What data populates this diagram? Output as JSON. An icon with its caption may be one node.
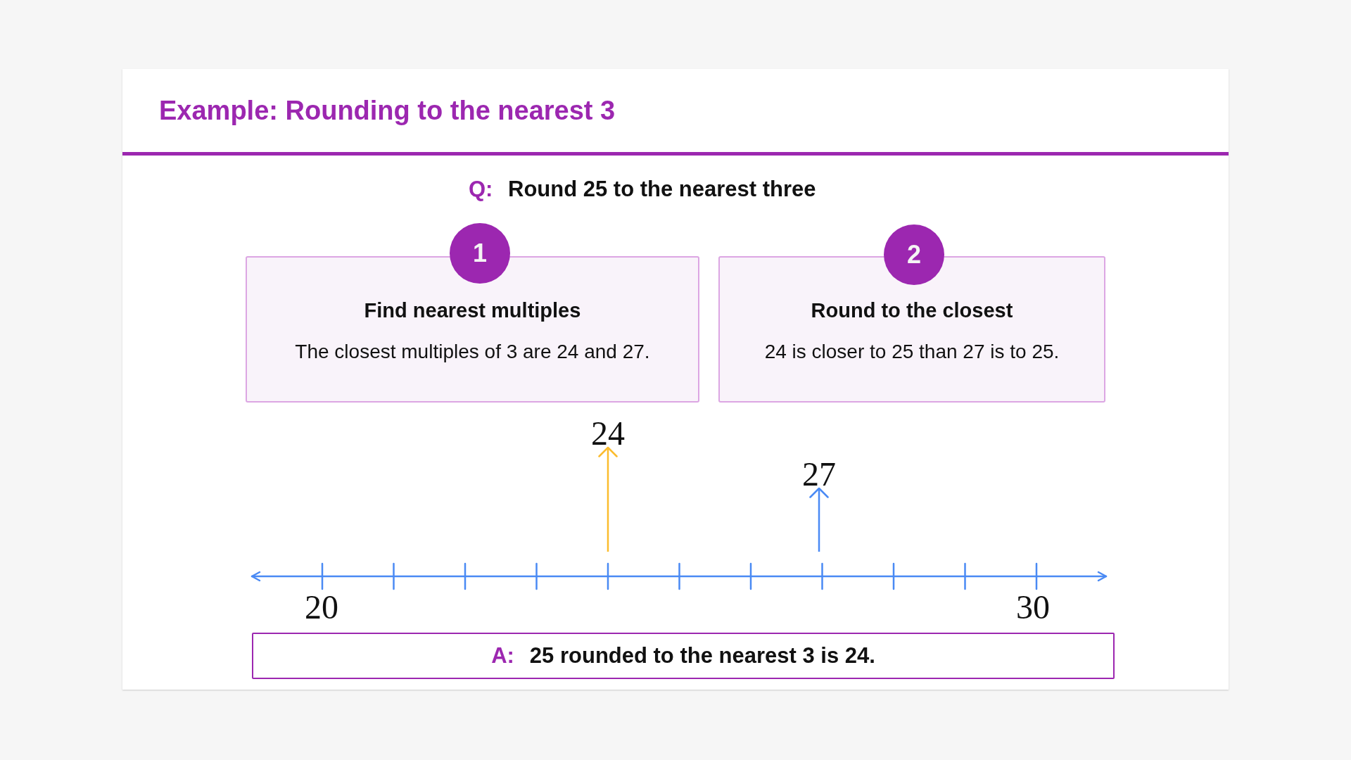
{
  "diagram": {
    "title": "Example: Rounding to the nearest 3",
    "nodes": [
      {
        "text": [
          "1"
        ]
      },
      {
        "text": [
          "Find nearest multiples",
          "The closest multiples of 3 are 24 and 27."
        ]
      },
      {
        "text": [
          "2"
        ]
      },
      {
        "text": [
          "Round to the closest",
          "24 is closer to 25 than 27 is to 25."
        ]
      },
      {
        "text": [
          "24"
        ]
      },
      {
        "text": [
          "27"
        ]
      },
      {
        "text": [
          "A:",
          "25 rounded to the nearest 3 is 24."
        ]
      }
    ],
    "edges": [
      {
        "from": null,
        "to": 4,
        "arrow": "to",
        "color": "#fbbc2e"
      },
      {
        "from": null,
        "to": 5,
        "arrow": "to",
        "color": "#4a8af4"
      }
    ],
    "labels": [
      "Q:",
      "Round 25 to the nearest three",
      "20",
      "30"
    ]
  }
}
